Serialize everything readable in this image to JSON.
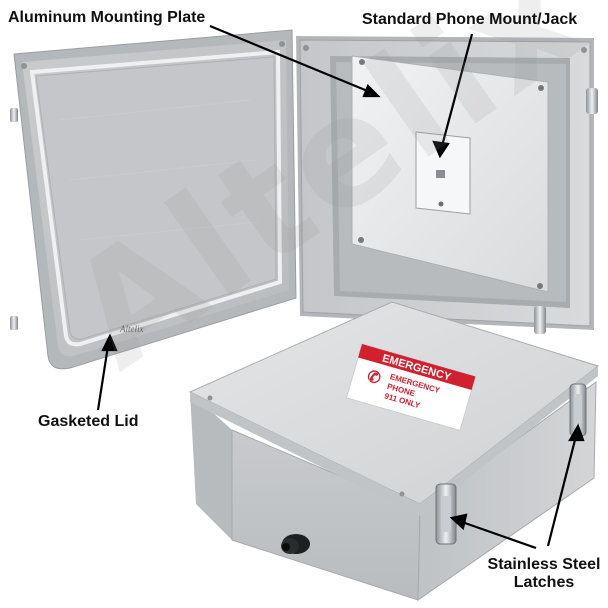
{
  "product": {
    "callouts": {
      "mounting_plate": "Aluminum Mounting Plate",
      "phone_mount": "Standard Phone Mount/Jack",
      "gasketed_lid": "Gasketed Lid",
      "latches_line1": "Stainless Steel",
      "latches_line2": "Latches"
    },
    "sign": {
      "header": "EMERGENCY",
      "line1": "EMERGENCY",
      "line2": "PHONE",
      "line3": "911 ONLY"
    },
    "lid_logo": "Altelix",
    "watermark": "Altelix"
  },
  "colors": {
    "enclosure_gray": "#d2d4d6",
    "plate_silver": "#e9eaec",
    "sign_red": "#d3202f",
    "callout_text": "#111111"
  }
}
